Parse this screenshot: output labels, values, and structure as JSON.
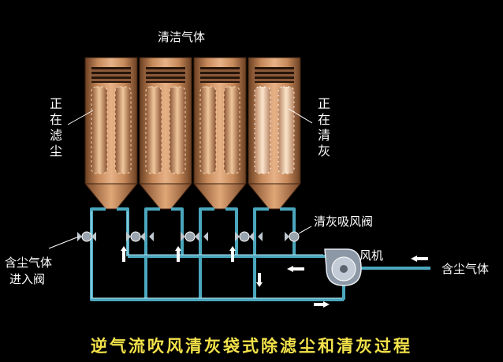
{
  "labels": {
    "top": "清洁气体",
    "left_vertical": "正在滤尘",
    "right_vertical": "正在清灰",
    "valve_right": "清灰吸风阀",
    "fan": "风机",
    "inlet_right": "含尘气体",
    "inlet_valve_line1": "含尘气体",
    "inlet_valve_line2": "进入阀"
  },
  "caption": "逆气流吹风清灰袋式除滤尘和清灰过程",
  "colors": {
    "background": "#000000",
    "housing": "#c88b5a",
    "pipe": "#4ba7bd",
    "caption": "#f3e24a"
  },
  "icons": {
    "fan": "centrifugal-fan-icon",
    "valve": "butterfly-valve-icon",
    "flow_arrow": "flow-arrow-icon"
  }
}
